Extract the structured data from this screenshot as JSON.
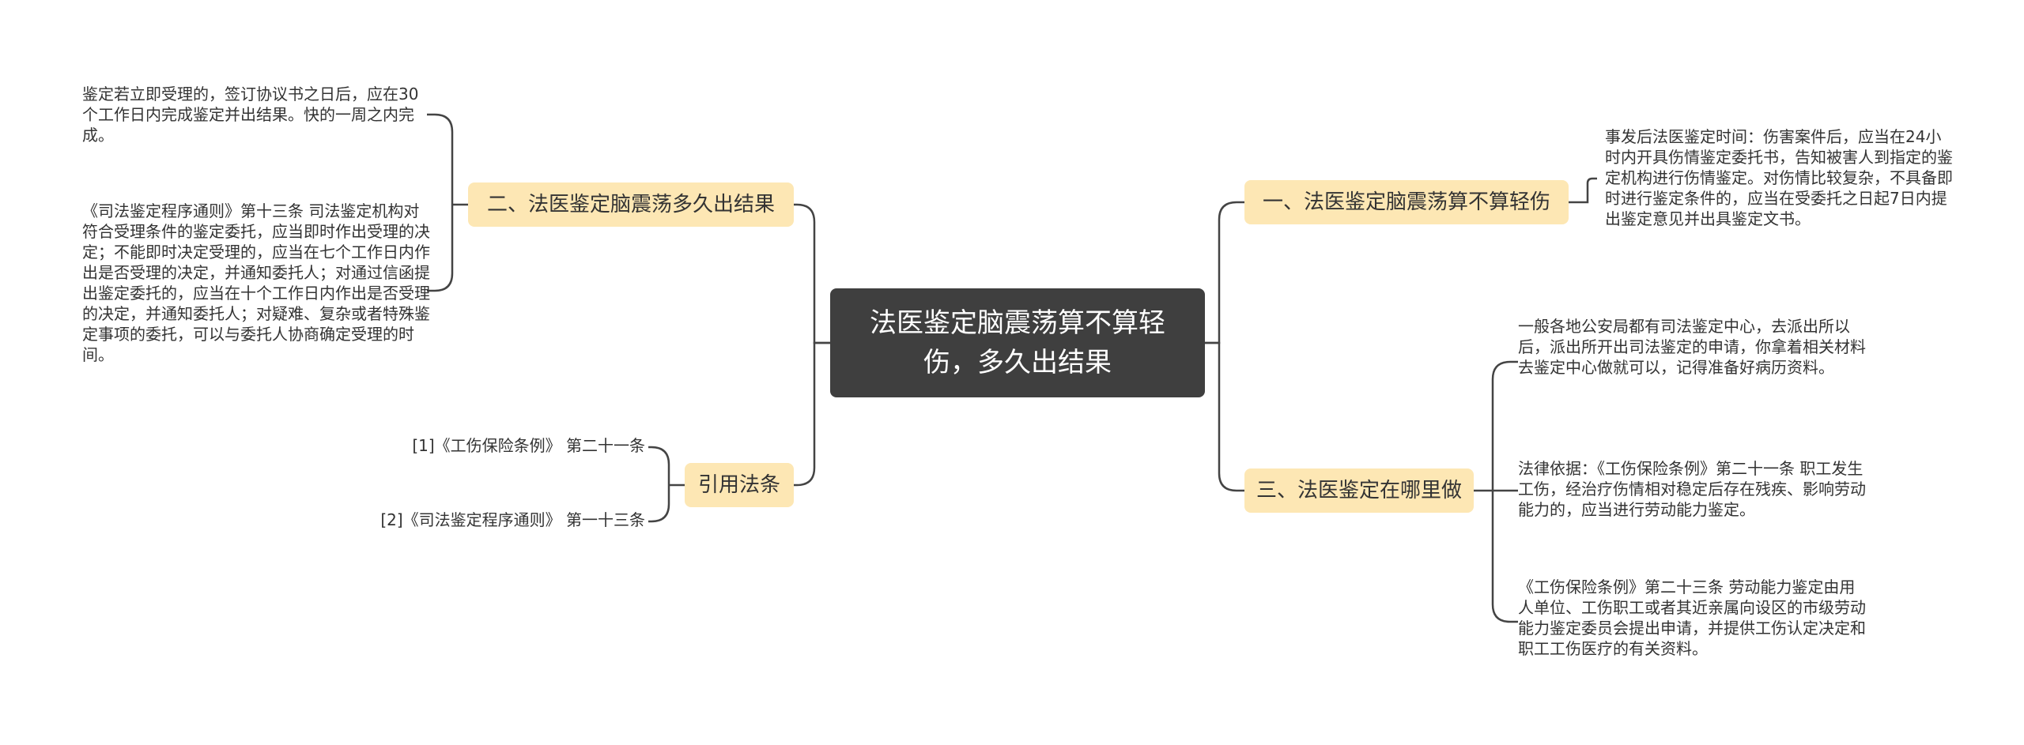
{
  "central": {
    "title": "法医鉴定脑震荡算不算轻伤，多久出结果"
  },
  "branches": {
    "b1": {
      "label": "一、法医鉴定脑震荡算不算轻伤",
      "leaves": [
        "事发后法医鉴定时间：伤害案件后，应当在24小时内开具伤情鉴定委托书，告知被害人到指定的鉴定机构进行伤情鉴定。对伤情比较复杂，不具备即时进行鉴定条件的，应当在受委托之日起7日内提出鉴定意见并出具鉴定文书。"
      ]
    },
    "b2": {
      "label": "二、法医鉴定脑震荡多久出结果",
      "leaves": [
        "鉴定若立即受理的，签订协议书之日后，应在30个工作日内完成鉴定并出结果。快的一周之内完成。",
        "《司法鉴定程序通则》第十三条 司法鉴定机构对符合受理条件的鉴定委托，应当即时作出受理的决定；不能即时决定受理的，应当在七个工作日内作出是否受理的决定，并通知委托人；对通过信函提出鉴定委托的，应当在十个工作日内作出是否受理的决定，并通知委托人；对疑难、复杂或者特殊鉴定事项的委托，可以与委托人协商确定受理的时间。"
      ]
    },
    "b3": {
      "label": "三、法医鉴定在哪里做",
      "leaves": [
        "一般各地公安局都有司法鉴定中心，去派出所以后，派出所开出司法鉴定的申请，你拿着相关材料去鉴定中心做就可以，记得准备好病历资料。",
        "法律依据：《工伤保险条例》第二十一条 职工发生工伤，经治疗伤情相对稳定后存在残疾、影响劳动能力的，应当进行劳动能力鉴定。",
        "《工伤保险条例》第二十三条 劳动能力鉴定由用人单位、工伤职工或者其近亲属向设区的市级劳动能力鉴定委员会提出申请，并提供工伤认定决定和职工工伤医疗的有关资料。"
      ]
    },
    "b4": {
      "label": "引用法条",
      "leaves": [
        "[1]《工伤保险条例》 第二十一条",
        "[2]《司法鉴定程序通则》 第一十三条"
      ]
    }
  },
  "colors": {
    "central_bg": "#3f3f3f",
    "branch_bg": "#fde7b4",
    "line": "#444444"
  }
}
